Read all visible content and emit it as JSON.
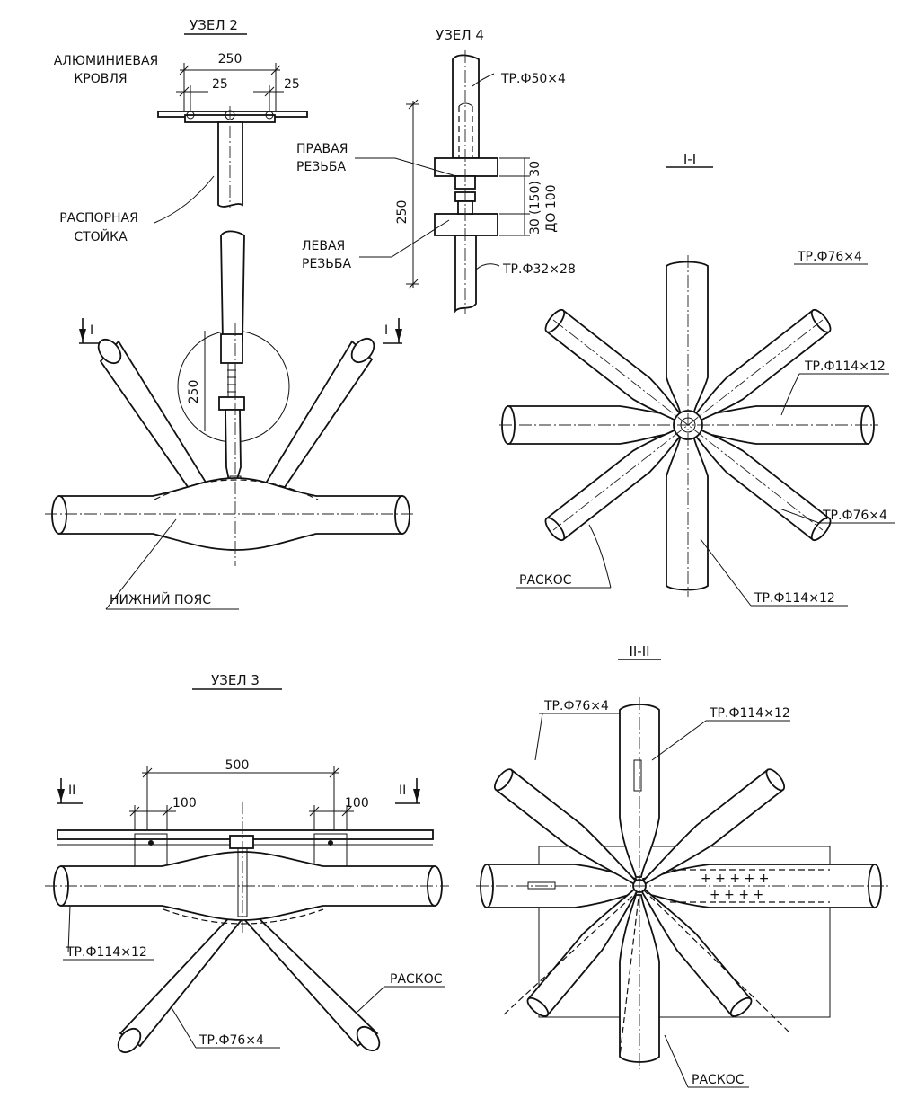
{
  "node2": {
    "title": "УЗЕЛ 2",
    "roof_line1": "АЛЮМИНИЕВАЯ",
    "roof_line2": "КРОВЛЯ",
    "dim_total": "250",
    "dim_left": "25",
    "dim_right": "25",
    "post_line1": "РАСПОРНАЯ",
    "post_line2": "СТОЙКА"
  },
  "node4": {
    "title": "УЗЕЛ 4",
    "pipe_top": "ТР.Ф50×4",
    "right_thread_line1": "ПРАВАЯ",
    "right_thread_line2": "РЕЗЬБА",
    "left_thread_line1": "ЛЕВАЯ",
    "left_thread_line2": "РЕЗЬБА",
    "dim_height": "250",
    "dim_stack": "30 (150) 30",
    "dim_max": "ДО 100",
    "pipe_bottom": "ТР.Ф32×28"
  },
  "node1": {
    "mark_left": "I",
    "mark_right": "I",
    "dim_circle": "250",
    "chord_label": "НИЖНИЙ ПОЯС"
  },
  "section1": {
    "title": "I-I",
    "pipe_small_top": "ТР.Ф76×4",
    "pipe_large_mid": "ТР.Ф114×12",
    "pipe_small_right": "ТР.Ф76×4",
    "brace_label": "РАСКОС",
    "pipe_large_bottom": "ТР.Ф114×12"
  },
  "node3": {
    "title": "УЗЕЛ 3",
    "mark_left": "II",
    "mark_right": "II",
    "dim_total": "500",
    "dim_left": "100",
    "dim_right": "100",
    "chord_pipe": "ТР.Ф114×12",
    "brace_label": "РАСКОС",
    "brace_pipe": "ТР.Ф76×4"
  },
  "section2": {
    "title": "II-II",
    "pipe_small": "ТР.Ф76×4",
    "pipe_large": "ТР.Ф114×12",
    "brace_label": "РАСКОС"
  }
}
